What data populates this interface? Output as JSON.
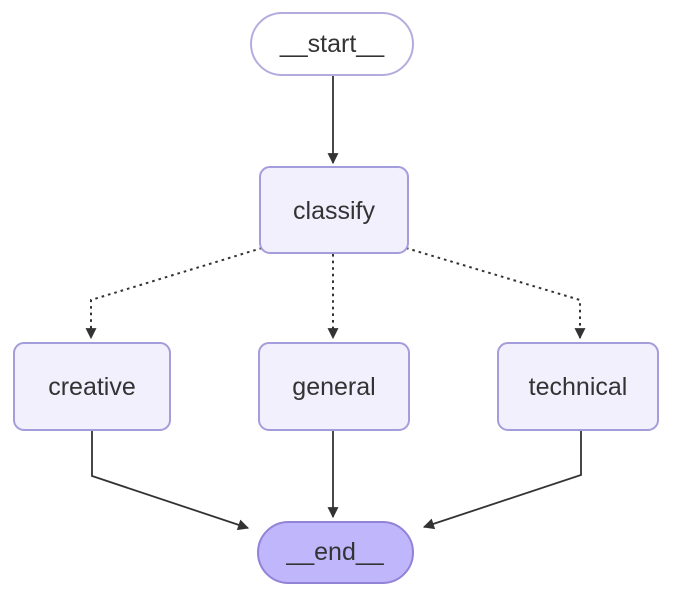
{
  "diagram": {
    "type": "flowchart",
    "direction": "top-down",
    "background": "#ffffff",
    "colors": {
      "node_fill": "#f2f0fd",
      "node_border": "#a49ddb",
      "start_fill": "#ffffff",
      "start_border": "#b3addf",
      "end_fill": "#bfb6fc",
      "end_border": "#9282d8",
      "text": "#333333",
      "edge": "#333333"
    },
    "nodes": [
      {
        "id": "__start__",
        "label": "__start__",
        "shape": "stadium"
      },
      {
        "id": "classify",
        "label": "classify",
        "shape": "rounded-rect"
      },
      {
        "id": "creative",
        "label": "creative",
        "shape": "rounded-rect"
      },
      {
        "id": "general",
        "label": "general",
        "shape": "rounded-rect"
      },
      {
        "id": "technical",
        "label": "technical",
        "shape": "rounded-rect"
      },
      {
        "id": "__end__",
        "label": "__end__",
        "shape": "stadium"
      }
    ],
    "edges": [
      {
        "from": "__start__",
        "to": "classify",
        "style": "solid"
      },
      {
        "from": "classify",
        "to": "creative",
        "style": "dotted"
      },
      {
        "from": "classify",
        "to": "general",
        "style": "dotted"
      },
      {
        "from": "classify",
        "to": "technical",
        "style": "dotted"
      },
      {
        "from": "creative",
        "to": "__end__",
        "style": "solid"
      },
      {
        "from": "general",
        "to": "__end__",
        "style": "solid"
      },
      {
        "from": "technical",
        "to": "__end__",
        "style": "solid"
      }
    ]
  }
}
